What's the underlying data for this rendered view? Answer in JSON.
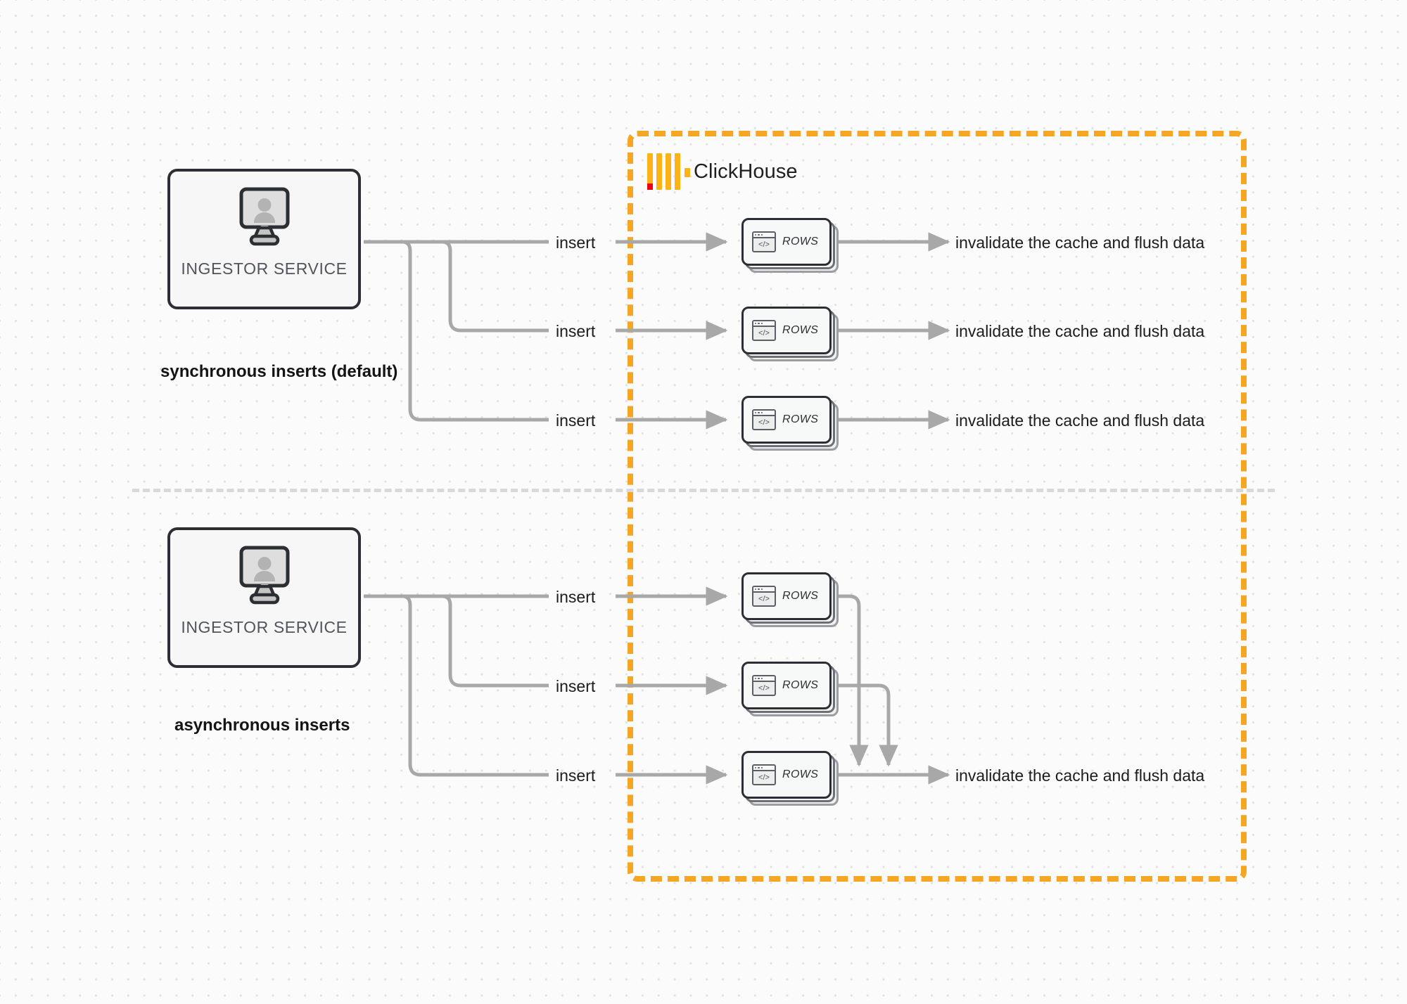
{
  "diagram": {
    "title": "ClickHouse synchronous vs asynchronous inserts",
    "colors": {
      "boundary_orange": "#f5a623",
      "logo_orange": "#fcb316",
      "logo_red": "#ef0013",
      "wire_gray": "#aaaaaa",
      "box_border": "#2b2e32",
      "background": "#fbfbfb",
      "dot_grid": "#e3e0e0"
    }
  },
  "clickhouse": {
    "logo_name": "clickhouse-logo",
    "label": "ClickHouse"
  },
  "sections": [
    {
      "id": "synchronous",
      "caption": "synchronous inserts (default)",
      "ingestor": {
        "label": "INGESTOR SERVICE",
        "icon": "monitor-user-icon"
      },
      "rows": [
        {
          "insert_label": "insert",
          "card_label": "ROWS",
          "card_icon": "code-window-icon",
          "result_label": "invalidate the cache and flush data"
        },
        {
          "insert_label": "insert",
          "card_label": "ROWS",
          "card_icon": "code-window-icon",
          "result_label": "invalidate the cache and flush data"
        },
        {
          "insert_label": "insert",
          "card_label": "ROWS",
          "card_icon": "code-window-icon",
          "result_label": "invalidate the cache and flush data"
        }
      ]
    },
    {
      "id": "asynchronous",
      "caption": "asynchronous inserts",
      "ingestor": {
        "label": "INGESTOR SERVICE",
        "icon": "monitor-user-icon"
      },
      "rows": [
        {
          "insert_label": "insert",
          "card_label": "ROWS",
          "card_icon": "code-window-icon",
          "result_label": null
        },
        {
          "insert_label": "insert",
          "card_label": "ROWS",
          "card_icon": "code-window-icon",
          "result_label": null
        },
        {
          "insert_label": "insert",
          "card_label": "ROWS",
          "card_icon": "code-window-icon",
          "result_label": "invalidate the cache and flush data"
        }
      ]
    }
  ]
}
